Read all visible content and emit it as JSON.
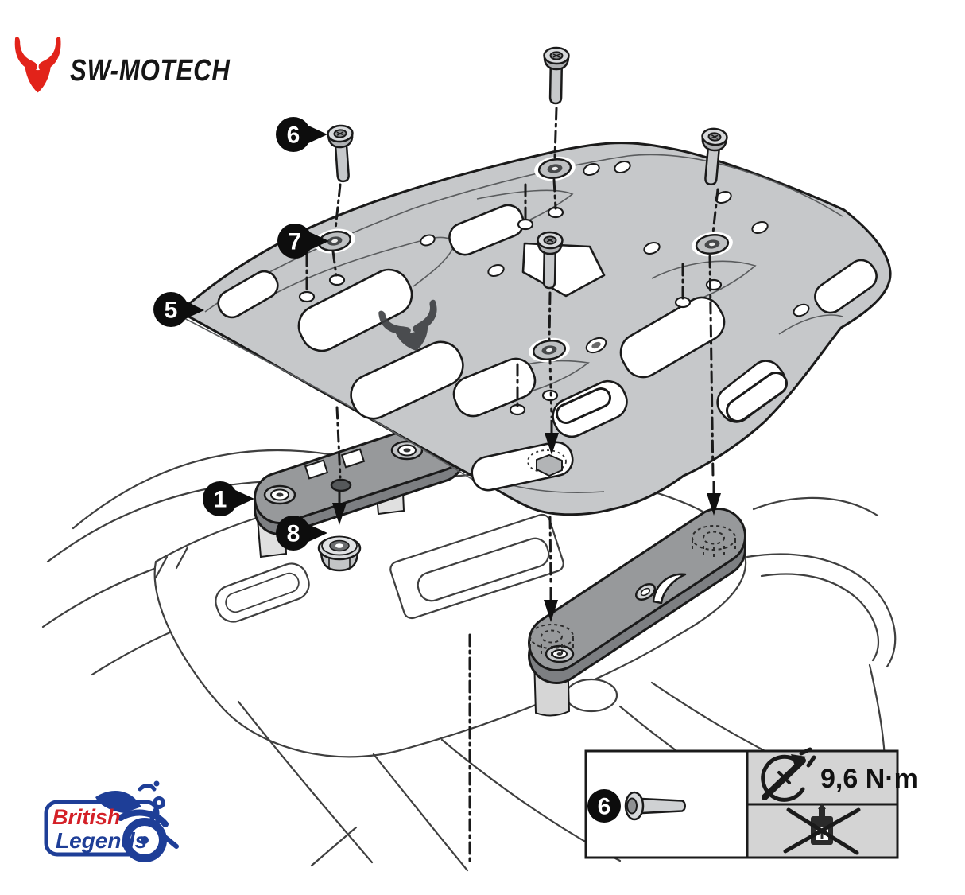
{
  "brand": {
    "name": "SW-MOTECH"
  },
  "diagram": {
    "callouts": [
      {
        "number": "6",
        "part": "pan-head-screw"
      },
      {
        "number": "7",
        "part": "washer"
      },
      {
        "number": "5",
        "part": "rack-plate"
      },
      {
        "number": "1",
        "part": "adapter-bracket"
      },
      {
        "number": "8",
        "part": "flange-nut"
      }
    ]
  },
  "legend": {
    "item_number": "6",
    "torque": "9,6 N·m"
  },
  "footer_logo": {
    "line1": "British",
    "line2": "Legends"
  },
  "colors": {
    "brand_red": "#e2231a",
    "logo_blue": "#1e3e97",
    "logo_red": "#d42027",
    "plate_gray": "#c6c8ca",
    "bracket_gray": "#97999b",
    "legend_cell_gray": "#d4d4d4",
    "outline": "#1a1a1a"
  }
}
